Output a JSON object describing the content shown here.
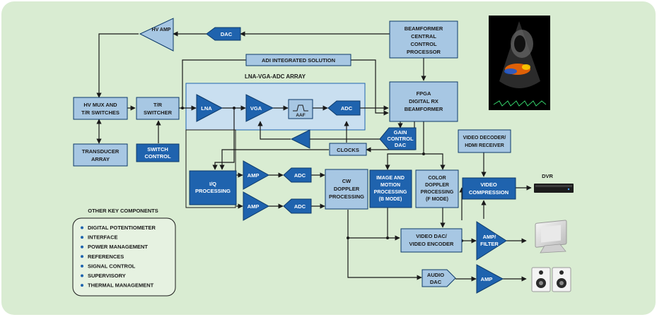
{
  "colors": {
    "background": "#d9ecd2",
    "light_block": "#a7c7e3",
    "dark_block": "#1f63ae",
    "array_region": "#c9dff0",
    "line": "#1a1a1a",
    "border": "#0d3a6a"
  },
  "blocks": {
    "hv_amp": "HV AMP",
    "dac_top": "DAC",
    "beamformer_ccp": [
      "BEAMFORMER",
      "CENTRAL",
      "CONTROL",
      "PROCESSOR"
    ],
    "adi_integrated": "ADI INTEGRATED SOLUTION",
    "lna_vga_adc_array": "LNA-VGA-ADC ARRAY",
    "hv_mux": [
      "HV MUX AND",
      "T/R SWITCHES"
    ],
    "tr_switcher": [
      "T/R",
      "SWITCHER"
    ],
    "lna": "LNA",
    "vga": "VGA",
    "aaf": "AAF",
    "adc_array": "ADC",
    "fpga": [
      "FPGA",
      "DIGITAL RX",
      "BEAMFORMER"
    ],
    "transducer": [
      "TRANSDUCER",
      "ARRAY"
    ],
    "switch_control": [
      "SWITCH",
      "CONTROL"
    ],
    "gain_control_dac": [
      "GAIN",
      "CONTROL",
      "DAC"
    ],
    "clocks": "CLOCKS",
    "iq_processing": [
      "I/Q",
      "PROCESSING"
    ],
    "amp_1": "AMP",
    "amp_2": "AMP",
    "adc_1": "ADC",
    "adc_2": "ADC",
    "cw_doppler": [
      "CW",
      "DOPPLER",
      "PROCESSING"
    ],
    "image_motion": [
      "IMAGE AND",
      "MOTION",
      "PROCESSING",
      "(B MODE)"
    ],
    "color_doppler": [
      "COLOR",
      "DOPPLER",
      "PROCESSING",
      "(F MODE)"
    ],
    "video_decoder": [
      "VIDEO DECODER/",
      "HDMI RECEIVER"
    ],
    "video_compression": [
      "VIDEO",
      "COMPRESSION"
    ],
    "dvr": "DVR",
    "video_dac": [
      "VIDEO DAC/",
      "VIDEO ENCODER"
    ],
    "amp_filter": [
      "AMP/",
      "FILTER"
    ],
    "audio_dac": [
      "AUDIO",
      "DAC"
    ],
    "amp_audio": "AMP"
  },
  "other_components": {
    "title": "OTHER KEY COMPONENTS",
    "items": [
      "DIGITAL POTENTIOMETER",
      "INTERFACE",
      "POWER MANAGEMENT",
      "REFERENCES",
      "SIGNAL CONTROL",
      "SUPERVISORY",
      "THERMAL MANAGEMENT"
    ]
  }
}
